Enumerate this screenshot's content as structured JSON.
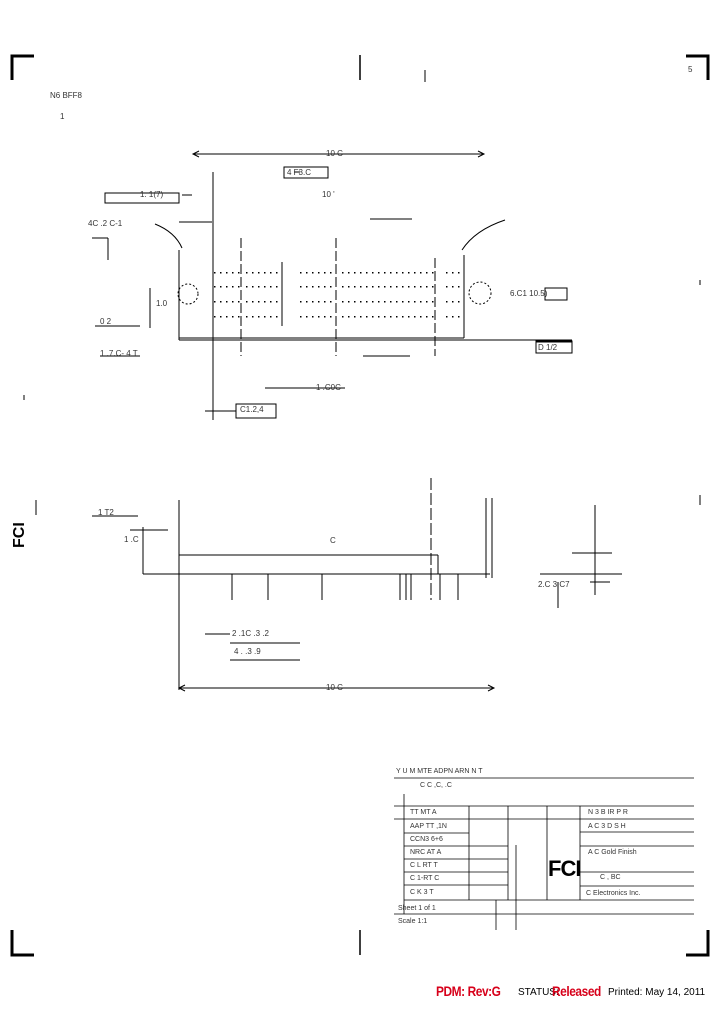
{
  "header": {
    "rev_col": "5",
    "title_frag": "N6  BFF8",
    "title_frag2": "1"
  },
  "top_view": {
    "overall_dim": "10 C",
    "dim_a": "4 F3.C",
    "dim_b": "1. 1(7)",
    "dim_c": "10 '",
    "note_left": "4C  .2   C-1",
    "dim_height": "1.0",
    "side_note": "6.C1  10.5)",
    "bottom_ref": "1 .7.C-  4 T",
    "datum": "D 1/2",
    "pitch_dim": "1 .C0C",
    "pitch_box": "C1.2,4",
    "left_mark": "0 2"
  },
  "front_view": {
    "dim_top": "1 T2",
    "dim_side": "1 .C",
    "mid_label": "C",
    "dim_a": "2 .1C .3 .2",
    "dim_b": "4 .  .3  .9",
    "dim_total": "10 C",
    "end_dim": "2.C 3 C7"
  },
  "title_block": {
    "hdr1": "Y     U    M    MTE  ADPN ARN N T",
    "hdr2": "C   C   ,C,   .C",
    "row1": "TT  MT  A",
    "row2": "AAP  TT  ,1N",
    "row3": "CCN3  6+6",
    "row4": "NRC  AT  A",
    "row5": "C  L  RT  T",
    "row6": "C  1-RT  C",
    "row7": "C  K  3  T",
    "r_title1": "N  3  B  IR P  R",
    "r_title2": "A  C  3  D  S  H",
    "r_title3": "A  C  Gold  Finish",
    "r_partno": "C  ,  BC",
    "r_company": "C  Electronics  Inc.",
    "sheet": "Sheet  1 of 1",
    "scale": "Scale  1:1"
  },
  "footer": {
    "pdm_label": "PDM: Rev:G",
    "status_label": "STATUS:",
    "status_value": "Released",
    "printed": "Printed: May 14, 2011"
  },
  "logo": {
    "text": "FCI",
    "color": "#000000"
  }
}
